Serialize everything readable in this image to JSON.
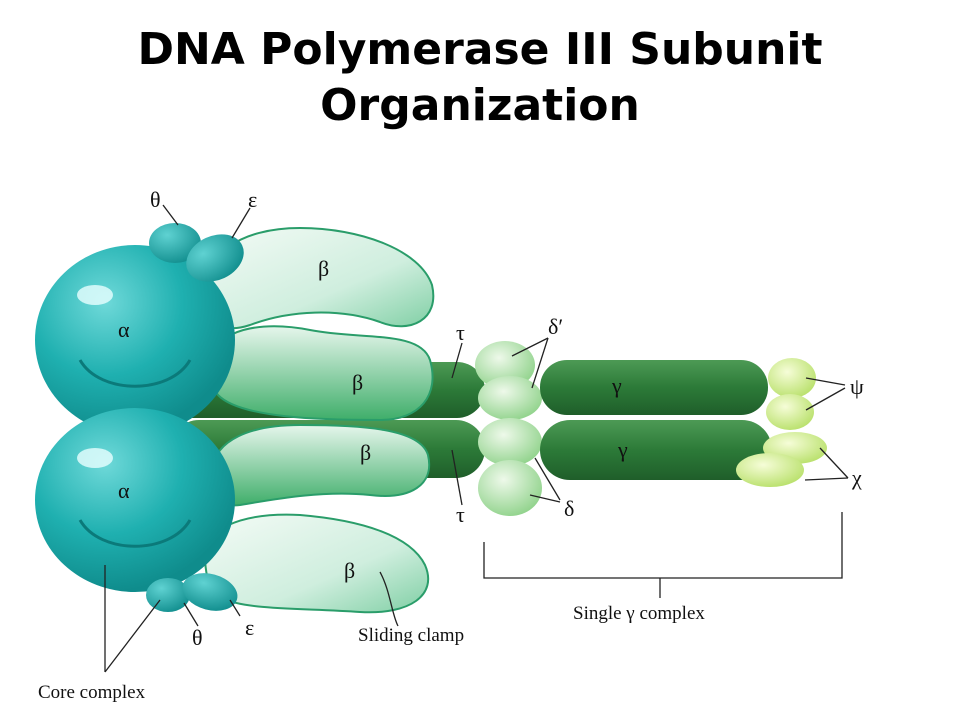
{
  "title": {
    "line1": "DNA Polymerase III Subunit",
    "line2": "Organization"
  },
  "labels": {
    "alpha_top": "α",
    "alpha_bottom": "α",
    "theta_top": "θ",
    "theta_bottom": "θ",
    "epsilon_top": "ε",
    "epsilon_bottom": "ε",
    "beta_1": "β",
    "beta_2": "β",
    "beta_3": "β",
    "beta_4": "β",
    "tau_top": "τ",
    "tau_bottom": "τ",
    "delta_prime": "δ′",
    "delta": "δ",
    "gamma_top": "γ",
    "gamma_bottom": "γ",
    "psi": "ψ",
    "chi": "χ",
    "core_complex": "Core complex",
    "sliding_clamp": "Sliding clamp",
    "single_gamma_complex": "Single γ complex"
  },
  "colors": {
    "alpha": "#1fb0b0",
    "theta_epsilon": "#1ba7a7",
    "beta": "#d9f0e2",
    "beta_edge": "#2a9d6a",
    "tau": "#2e7d3a",
    "gamma": "#2f7d3c",
    "delta": "#b8e6b0",
    "psi_chi": "#d8f29a"
  }
}
